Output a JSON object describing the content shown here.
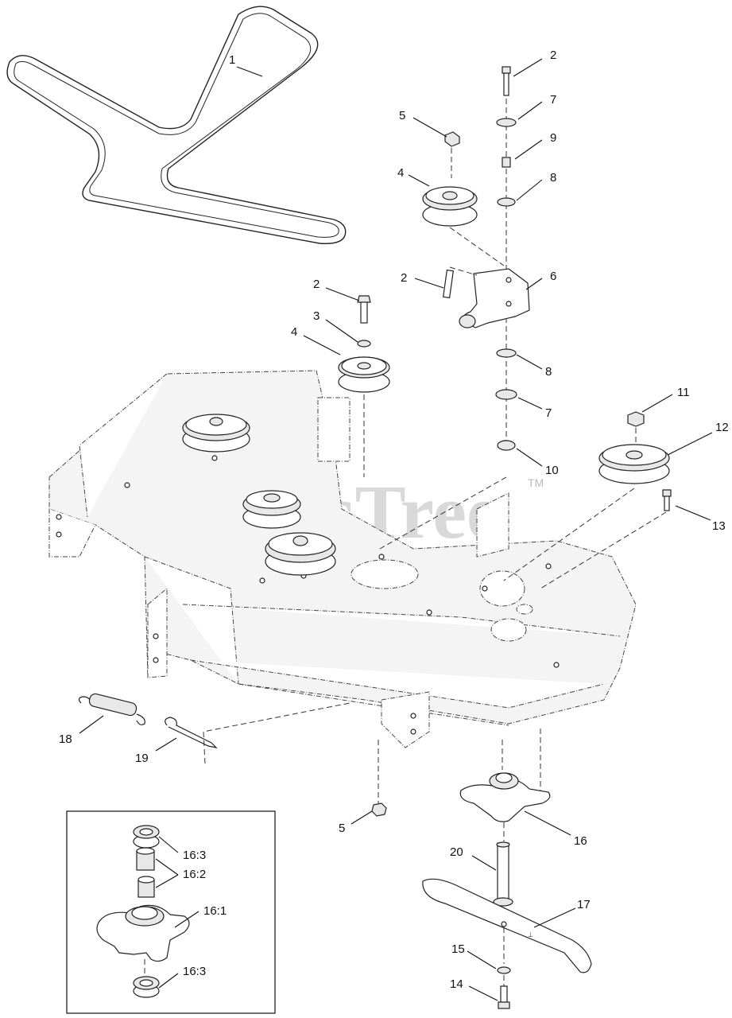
{
  "watermark": {
    "text": "PartsTree",
    "trademark": "TM"
  },
  "callouts": {
    "belt": "1",
    "bolt_top_right": "2",
    "washer_7_top": "7",
    "spacer_9": "9",
    "washer_8_top": "8",
    "nut_5_top": "5",
    "idler_4_right": "4",
    "pin_2_mid": "2",
    "idler_arm_6": "6",
    "bolt_2_left": "2",
    "washer_3": "3",
    "idler_4_left": "4",
    "washer_8_lower": "8",
    "washer_7_lower": "7",
    "spacer_10": "10",
    "nut_11": "11",
    "pulley_12": "12",
    "bolt_13": "13",
    "spring_18": "18",
    "pin_19": "19",
    "nut_5_bottom": "5",
    "spindle_16": "16",
    "shaft_20": "20",
    "blade_17": "17",
    "washer_15": "15",
    "bolt_14": "14"
  },
  "inset": {
    "bearing_top": "16:3",
    "spacers": "16:2",
    "housing": "16:1",
    "bearing_bottom": "16:3"
  }
}
